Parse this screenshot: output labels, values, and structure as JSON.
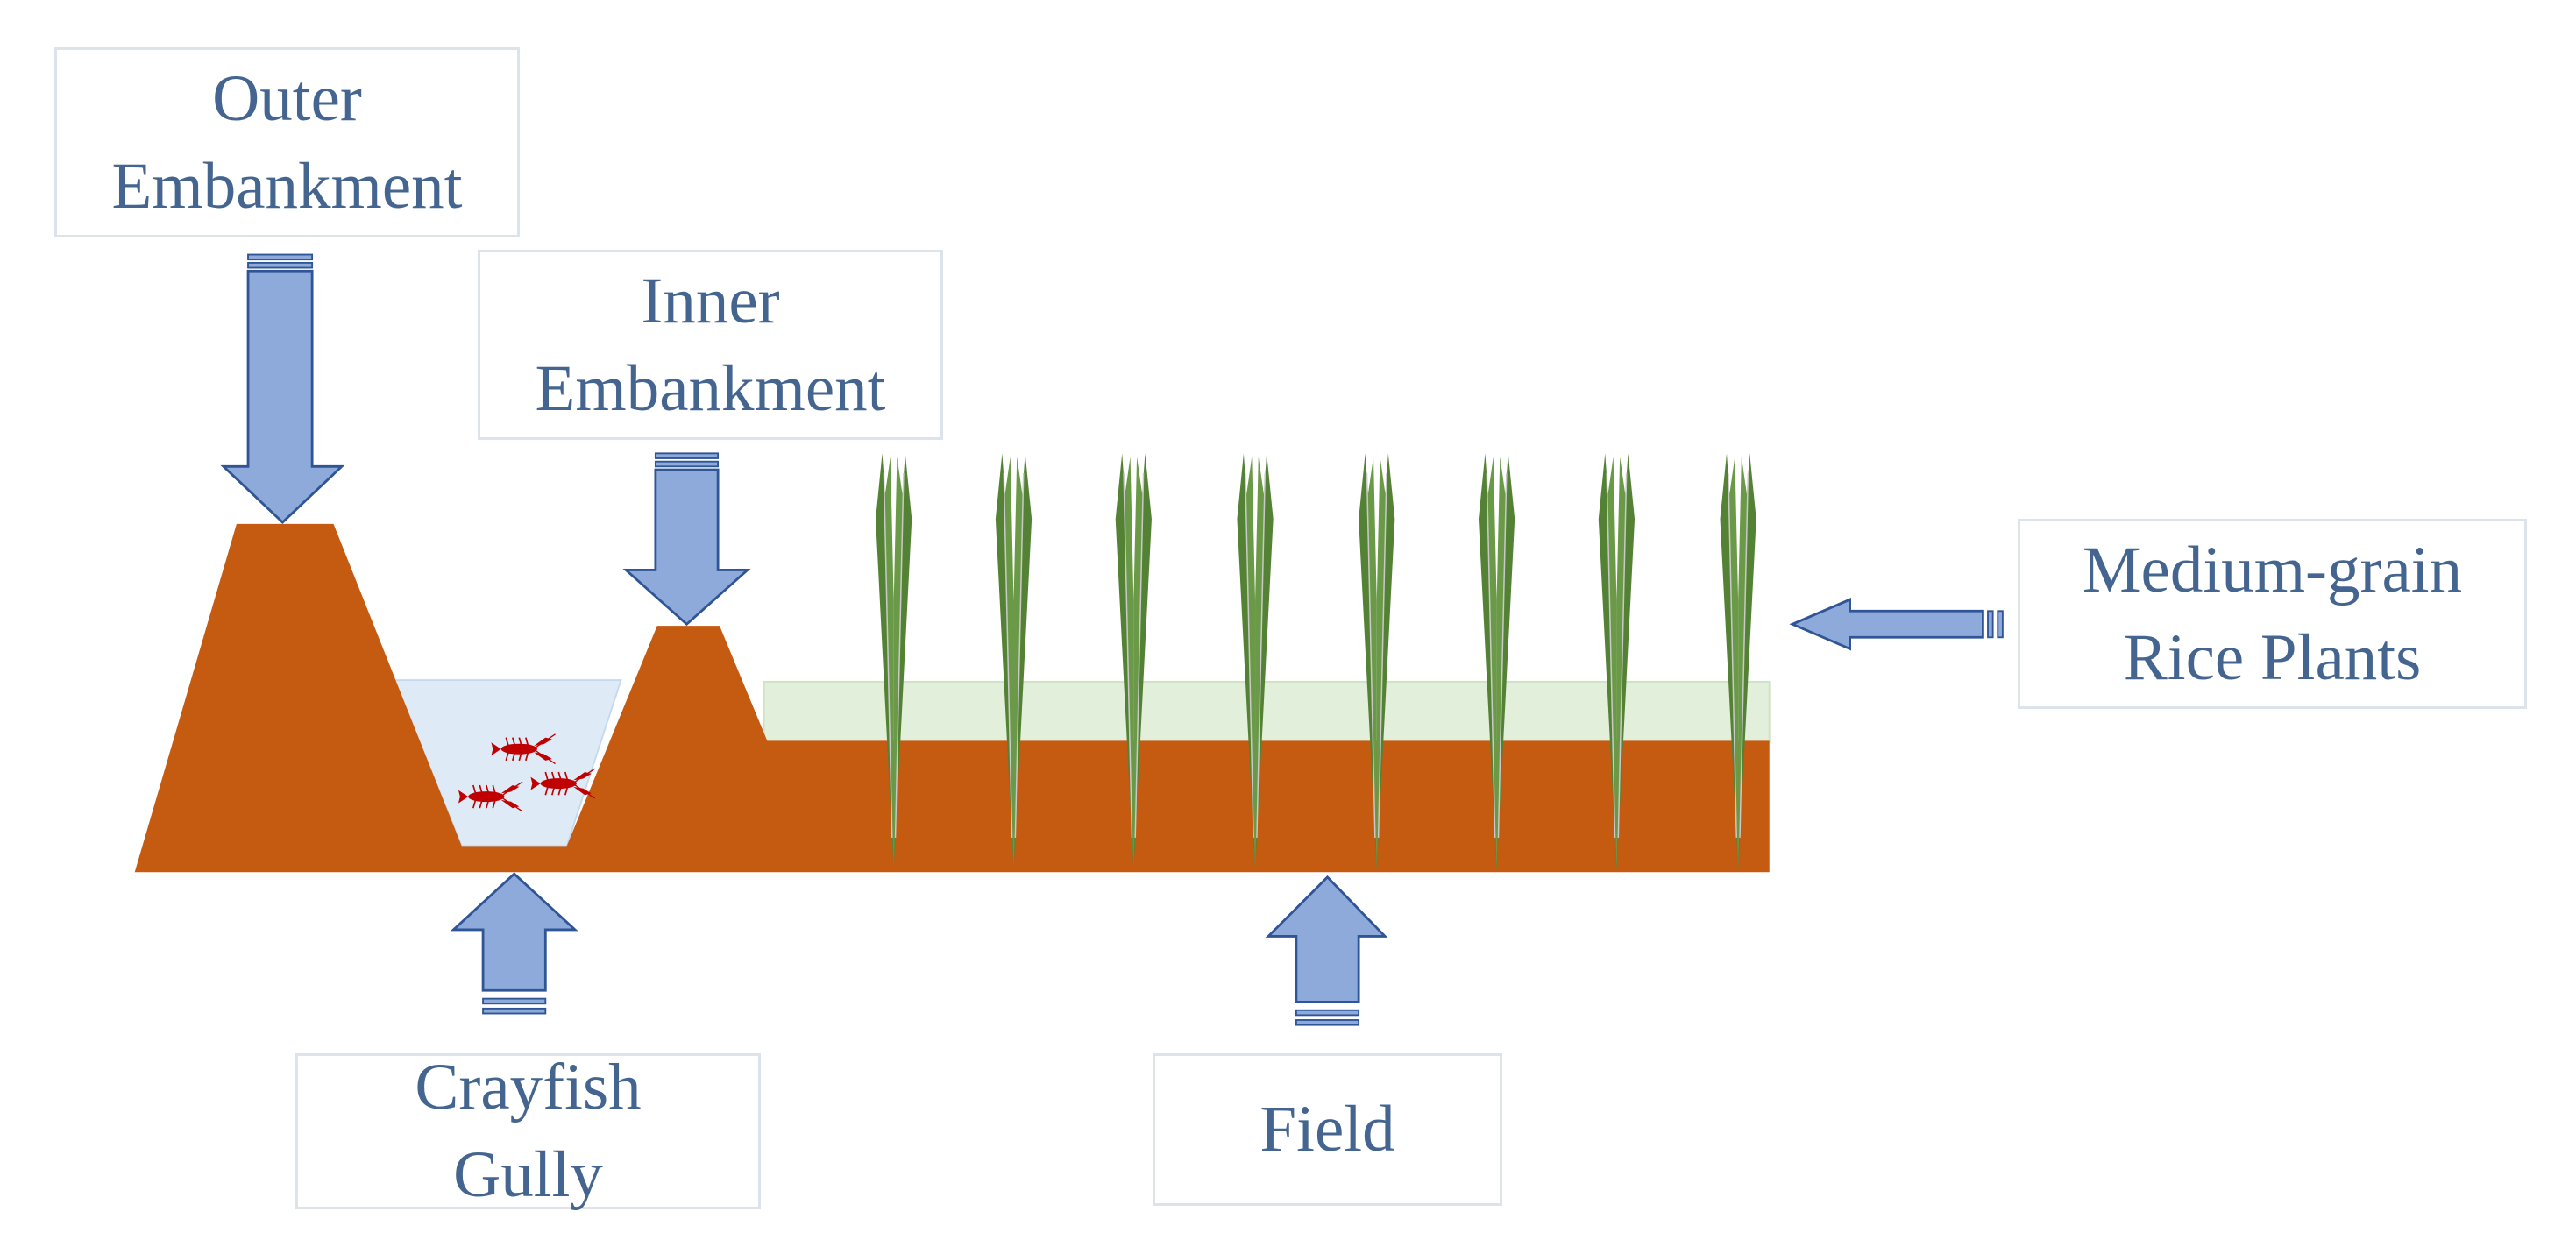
{
  "labels": {
    "outer_embankment": [
      "Outer",
      "Embankment"
    ],
    "inner_embankment": [
      "Inner",
      "Embankment"
    ],
    "rice_plants": [
      "Medium-grain",
      "Rice Plants"
    ],
    "crayfish_gully": [
      "Crayfish",
      "Gully"
    ],
    "field": [
      "Field"
    ]
  },
  "colors": {
    "soil": "#c55a11",
    "gully_water": "#deebf7",
    "field_water": "#e2efda",
    "arrow_fill": "#8eaadb",
    "arrow_stroke": "#2f5597",
    "rice_leaf": "#548235",
    "rice_stripe": "#c9c9c9",
    "crayfish": "#c00000",
    "label_text": "#44658f",
    "label_border": "#dde3ea"
  },
  "crayfish_count": 3,
  "rice_plant_count": 8
}
